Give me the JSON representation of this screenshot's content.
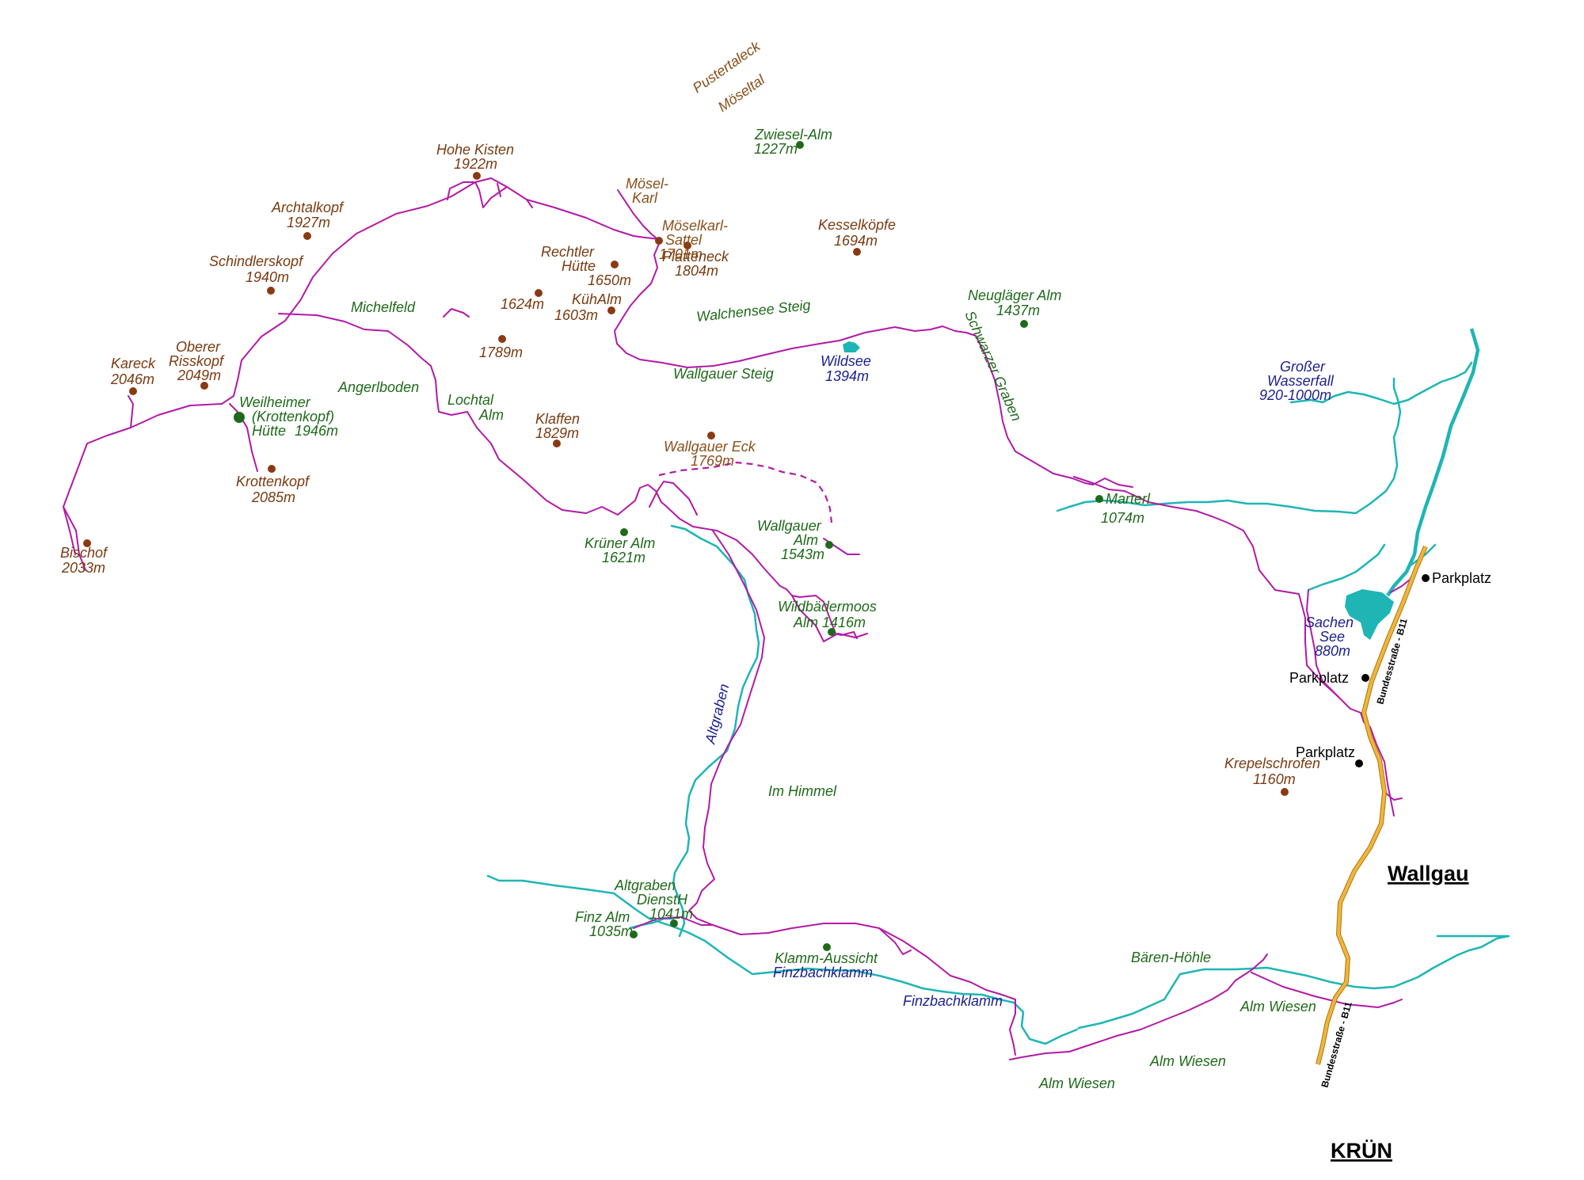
{
  "colors": {
    "trail": "#b21aa6",
    "stream": "#1fb5b5",
    "road": "#f2b43c",
    "peak_dot": "#8a3a12",
    "alm_dot": "#1f6a1a",
    "parking_dot": "#000000",
    "peak_text": "#7a3a10",
    "alm_text": "#1f6a1a",
    "water_text": "#1b1f8f",
    "area_text": "#8a4f1a"
  },
  "labels": {
    "pustertaleck": "Pustertaleck",
    "moeseltal": "Möseltal",
    "zwiesel_alm_name": "Zwiesel-Alm",
    "zwiesel_alm_elev": "1227m",
    "hohe_kisten_name": "Hohe Kisten",
    "hohe_kisten_elev": "1922m",
    "moesel_karl_1": "Mösel-",
    "moesel_karl_2": "Karl",
    "moeselkarl_sattel_1": "Möselkarl-",
    "moeselkarl_sattel_2": "Sattel",
    "moeselkarl_sattel_elev": "1701m",
    "plattenek_name": "Platteneck",
    "plattenek_elev": "1804m",
    "kesselkoepfe_name": "Kesselköpfe",
    "kesselkoepfe_elev": "1694m",
    "archtalkopf_name": "Archtalkopf",
    "archtalkopf_elev": "1927m",
    "schindlerskopf_name": "Schindlerskopf",
    "schindlerskopf_elev": "1940m",
    "rechtler_1": "Rechtler",
    "rechtler_2": "Hütte",
    "rechtler_elev": "1650m",
    "peak_1624": "1624m",
    "kuehalm_name": "KühAlm",
    "kuehalm_elev": "1603m",
    "walchensee_steig": "Walchensee Steig",
    "neuglaeger_name": "Neugläger Alm",
    "neuglaeger_elev": "1437m",
    "michelfeld": "Michelfeld",
    "peak_1789": "1789m",
    "wildsee_name": "Wildsee",
    "wildsee_elev": "1394m",
    "schwarzer_graben": "Schwarzer Graben",
    "kareck_name": "Kareck",
    "kareck_elev": "2046m",
    "oberer_risskopf_1": "Oberer",
    "oberer_risskopf_2": "Risskopf",
    "oberer_risskopf_elev": "2049m",
    "angerlboden": "Angerlboden",
    "lochtal_1": "Lochtal",
    "lochtal_2": "Alm",
    "wallgauer_steig": "Wallgauer Steig",
    "grosser_wasserfall_1": "Großer",
    "grosser_wasserfall_2": "Wasserfall",
    "grosser_wasserfall_elev": "920-1000m",
    "weilheimer_1": "Weilheimer",
    "weilheimer_2": "(Krottenkopf)",
    "weilheimer_3": "Hütte",
    "weilheimer_elev": "1946m",
    "klaffen_name": "Klaffen",
    "klaffen_elev": "1829m",
    "wallgauer_eck_name": "Wallgauer Eck",
    "wallgauer_eck_elev": "1769m",
    "krottenkopf_name": "Krottenkopf",
    "krottenkopf_elev": "2085m",
    "marterl_name": "Marterl",
    "marterl_elev": "1074m",
    "bischof_name": "Bischof",
    "bischof_elev": "2033m",
    "kruener_alm_name": "Krüner Alm",
    "kruener_alm_elev": "1621m",
    "wallgauer_alm_1": "Wallgauer",
    "wallgauer_alm_2": "Alm",
    "wallgauer_alm_elev": "1543m",
    "parkplatz_1": "Parkplatz",
    "sachensee_1": "Sachen",
    "sachensee_2": "See",
    "sachensee_elev": "880m",
    "wildbaedermoos_1": "Wildbädermoos",
    "wildbaedermoos_2": "Alm 1416m",
    "bundesstrasse_1": "Bundesstraße - B11",
    "parkplatz_2": "Parkplatz",
    "altgraben": "Altgraben",
    "parkplatz_3": "Parkplatz",
    "krepelschrofen_name": "Krepelschrofen",
    "krepelschrofen_elev": "1160m",
    "im_himmel": "Im Himmel",
    "wallgau": "Wallgau",
    "altgraben_dh_1": "Altgraben",
    "altgraben_dh_2": "DienstH",
    "altgraben_dh_elev": "1041m",
    "finz_alm_name": "Finz Alm",
    "finz_alm_elev": "1035m",
    "klamm_aussicht_1": "Klamm-Aussicht",
    "klamm_aussicht_2": "Finzbachklamm",
    "baeren_hoehle": "Bären-Höhle",
    "finzbachklamm": "Finzbachklamm",
    "alm_wiesen_1": "Alm Wiesen",
    "bundesstrasse_2": "Bundesstraße - B11",
    "alm_wiesen_2": "Alm Wiesen",
    "alm_wiesen_3": "Alm Wiesen",
    "kruen": "KRÜN"
  }
}
